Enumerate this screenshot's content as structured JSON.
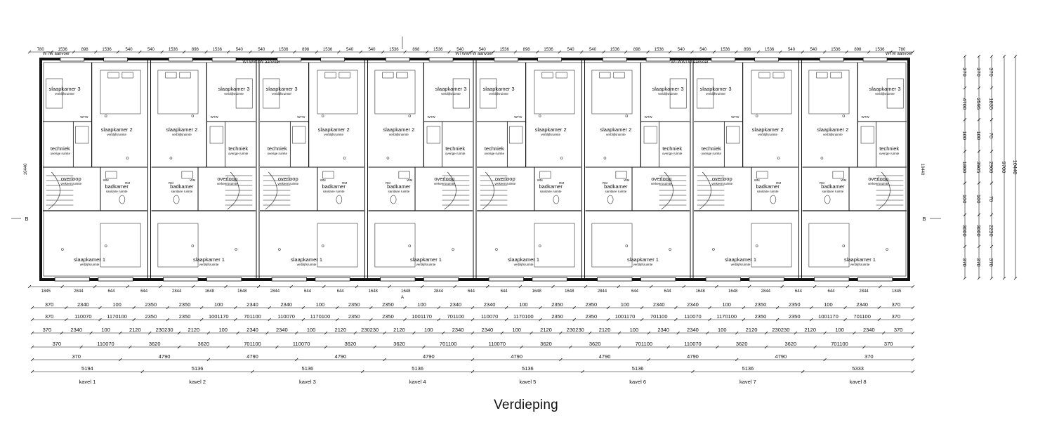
{
  "drawing": {
    "title": "Verdieping",
    "section_marker": "B",
    "axis_marker": "A",
    "total_width_labels": [
      "10440",
      "10440"
    ]
  },
  "top_dims": [
    "780",
    "1536",
    "898",
    "1536",
    "540",
    "540",
    "1536",
    "898",
    "1536",
    "540",
    "540",
    "1536",
    "898",
    "1536",
    "540",
    "540",
    "1536",
    "898",
    "1536",
    "540",
    "540",
    "1536",
    "898",
    "1536",
    "540",
    "540",
    "1536",
    "898",
    "1536",
    "540",
    "540",
    "1536",
    "898",
    "1536",
    "540",
    "540",
    "1536",
    "898",
    "1536",
    "780"
  ],
  "wtw_labels": [
    "WTW aanvoer",
    "WTWWTW aanvoer",
    "WTWWTW aanvoer",
    "WTWWTW aanvoer",
    "WTW aanvoer"
  ],
  "bottom_dims": [
    "1845",
    "2844",
    "644",
    "644",
    "2844",
    "1648",
    "1648",
    "2844",
    "644",
    "644",
    "1648",
    "1648",
    "2844",
    "644",
    "644",
    "1648",
    "1648",
    "2844",
    "644",
    "644",
    "1648",
    "1648",
    "2844",
    "644",
    "644",
    "2844",
    "1845"
  ],
  "units": [
    {
      "bed3": "slaapkamer 3",
      "bed2": "slaapkamer 2",
      "bath": "badkamer",
      "land": "overloop",
      "tech": "techniek",
      "bed1": "slaapkamer 1"
    },
    {
      "bed3": "slaapkamer 3",
      "bed2": "slaapkamer 2",
      "bath": "badkamer",
      "land": "overloop",
      "tech": "techniek",
      "bed1": "slaapkamer 1"
    },
    {
      "bed3": "slaapkamer 3",
      "bed2": "slaapkamer 2",
      "bath": "badkamer",
      "land": "overloop",
      "tech": "techniek",
      "bed1": "slaapkamer 1"
    },
    {
      "bed3": "slaapkamer 3",
      "bed2": "slaapkamer 2",
      "bath": "badkamer",
      "land": "overloop",
      "tech": "techniek",
      "bed1": "slaapkamer 1"
    },
    {
      "bed3": "slaapkamer 3",
      "bed2": "slaapkamer 2",
      "bath": "badkamer",
      "land": "overloop",
      "tech": "techniek",
      "bed1": "slaapkamer 1"
    },
    {
      "bed3": "slaapkamer 3",
      "bed2": "slaapkamer 2",
      "bath": "badkamer",
      "land": "overloop",
      "tech": "techniek",
      "bed1": "slaapkamer 1"
    },
    {
      "bed3": "slaapkamer 3",
      "bed2": "slaapkamer 2",
      "bath": "badkamer",
      "land": "overloop",
      "tech": "techniek",
      "bed1": "slaapkamer 1"
    },
    {
      "bed3": "slaapkamer 3",
      "bed2": "slaapkamer 2",
      "bath": "badkamer",
      "land": "overloop",
      "tech": "techniek",
      "bed1": "slaapkamer 1"
    }
  ],
  "room_sub": {
    "verblijf": "verblijfsruimte",
    "sanitair": "sanitaire ruimte",
    "overig": "overige ruimte",
    "verkeer": "verkeersruimte"
  },
  "fixture_labels": {
    "wtw": "WTW",
    "wm": "WM",
    "rm": "RM"
  },
  "dim_rows": [
    [
      "370",
      "2340",
      "100",
      "2350",
      "2350",
      "100",
      "2340",
      "2340",
      "100",
      "2350",
      "2350",
      "100",
      "2340",
      "2340",
      "100",
      "2350",
      "2350",
      "100",
      "2340",
      "2340",
      "100",
      "2350",
      "2350",
      "100",
      "2340",
      "370"
    ],
    [
      "370",
      "110070",
      "1170100",
      "2350",
      "2350",
      "1001170",
      "701100",
      "110070",
      "1170100",
      "2350",
      "2350",
      "1001170",
      "701100",
      "110070",
      "1170100",
      "2350",
      "2350",
      "1001170",
      "701100",
      "110070",
      "1170100",
      "2350",
      "2350",
      "1001170",
      "701100",
      "370"
    ],
    [
      "370",
      "2340",
      "100",
      "2120",
      "230230",
      "2120",
      "100",
      "2340",
      "2340",
      "100",
      "2120",
      "230230",
      "2120",
      "100",
      "2340",
      "2340",
      "100",
      "2120",
      "230230",
      "2120",
      "100",
      "2340",
      "2340",
      "100",
      "2120",
      "230230",
      "2120",
      "100",
      "2340",
      "370"
    ],
    [
      "370",
      "110070",
      "3620",
      "3620",
      "701100",
      "110070",
      "3620",
      "3620",
      "701100",
      "110070",
      "3620",
      "3620",
      "701100",
      "110070",
      "3620",
      "3620",
      "701100",
      "370"
    ],
    [
      "370",
      "4790",
      "4790",
      "4790",
      "4790",
      "4790",
      "4790",
      "4790",
      "4790",
      "370"
    ],
    [
      "5194",
      "5136",
      "5136",
      "5136",
      "5136",
      "5136",
      "5136",
      "5333"
    ],
    [
      "kavel 1",
      "kavel 2",
      "kavel 3",
      "kavel 4",
      "kavel 5",
      "kavel 6",
      "kavel 7",
      "kavel 8"
    ]
  ],
  "right_dims": {
    "col1": [
      "370",
      "4700",
      "100",
      "1800",
      "100",
      "3000",
      "370"
    ],
    "col2": [
      "370",
      "2595",
      "100",
      "3905",
      "100",
      "3000",
      "370"
    ],
    "col3": [
      "370",
      "1835",
      "70",
      "2900",
      "70",
      "2230",
      "370"
    ],
    "col4": [
      "9700"
    ],
    "col5": [
      "10440"
    ]
  }
}
